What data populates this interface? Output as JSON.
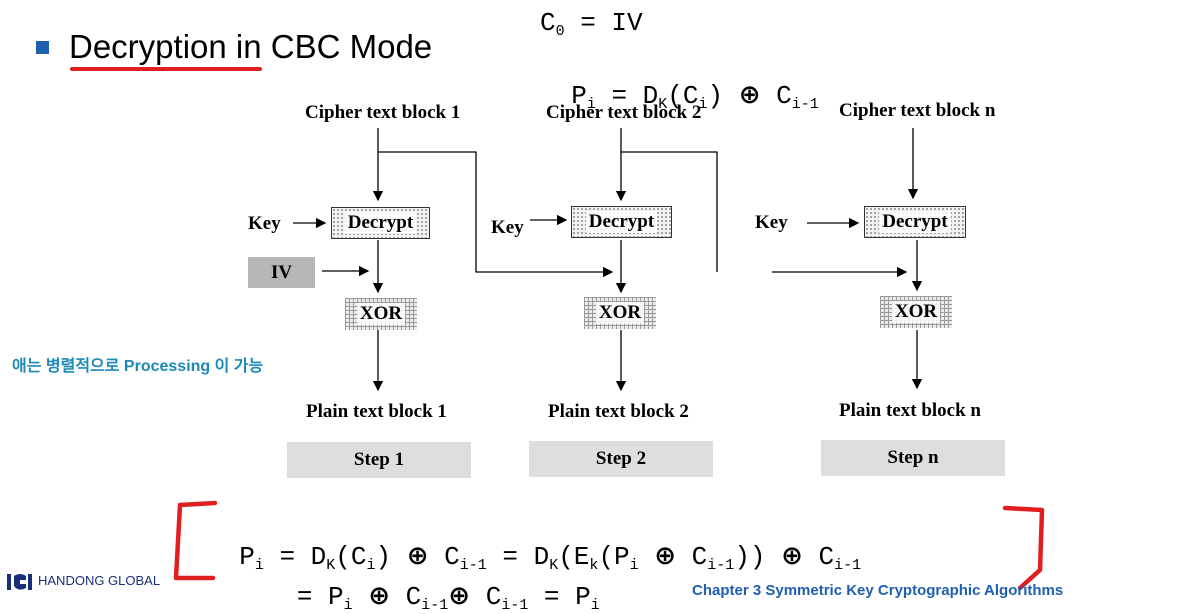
{
  "title": "Decryption in CBC Mode",
  "formula_top": {
    "line1": {
      "c": "C",
      "c_sub": "0",
      "rest": " = IV"
    },
    "line2": {
      "p": "P",
      "p_sub": "i",
      "eq": " = D",
      "d_sub": "K",
      "ci": "(C",
      "ci_sub": "i",
      "close": ") ",
      "xor": "⊕",
      "c2": " C",
      "c2_sub": "i-1"
    }
  },
  "steps": [
    {
      "cipher_label": "Cipher text block 1",
      "key_label": "Key",
      "decrypt_label": "Decrypt",
      "xor_label": "XOR",
      "plain_label": "Plain text block 1",
      "step_label": "Step 1"
    },
    {
      "cipher_label": "Cipher text block 2",
      "key_label": "Key",
      "decrypt_label": "Decrypt",
      "xor_label": "XOR",
      "plain_label": "Plain text block 2",
      "step_label": "Step 2"
    },
    {
      "cipher_label": "Cipher text block n",
      "key_label": "Key",
      "decrypt_label": "Decrypt",
      "xor_label": "XOR",
      "plain_label": "Plain text block n",
      "step_label": "Step n"
    }
  ],
  "iv_label": "IV",
  "annotation": "애는 병렬적으로 Processing 이 가능",
  "formula_bottom": {
    "line1": [
      "P",
      "i",
      " = D",
      "K",
      "(C",
      "i",
      ") ",
      "⊕",
      " C",
      "i-1",
      " = D",
      "K",
      "(E",
      "k",
      "(P",
      "i",
      " ",
      "⊕",
      " C",
      "i-1",
      ")) ",
      "⊕",
      " C",
      "i-1"
    ],
    "line2": [
      " = P",
      "i",
      " ",
      "⊕",
      " C",
      "i-1",
      "⊕",
      " C",
      "i-1",
      " = P",
      "i"
    ]
  },
  "logo_text": "HANDONG GLOBAL",
  "footer_text": "Chapter 3     Symmetric Key Cryptographic Algorithms",
  "colors": {
    "bullet": "#1f5fb0",
    "underline": "#e02020",
    "bracket": "#e02020",
    "annotation": "#1b8ab8"
  }
}
